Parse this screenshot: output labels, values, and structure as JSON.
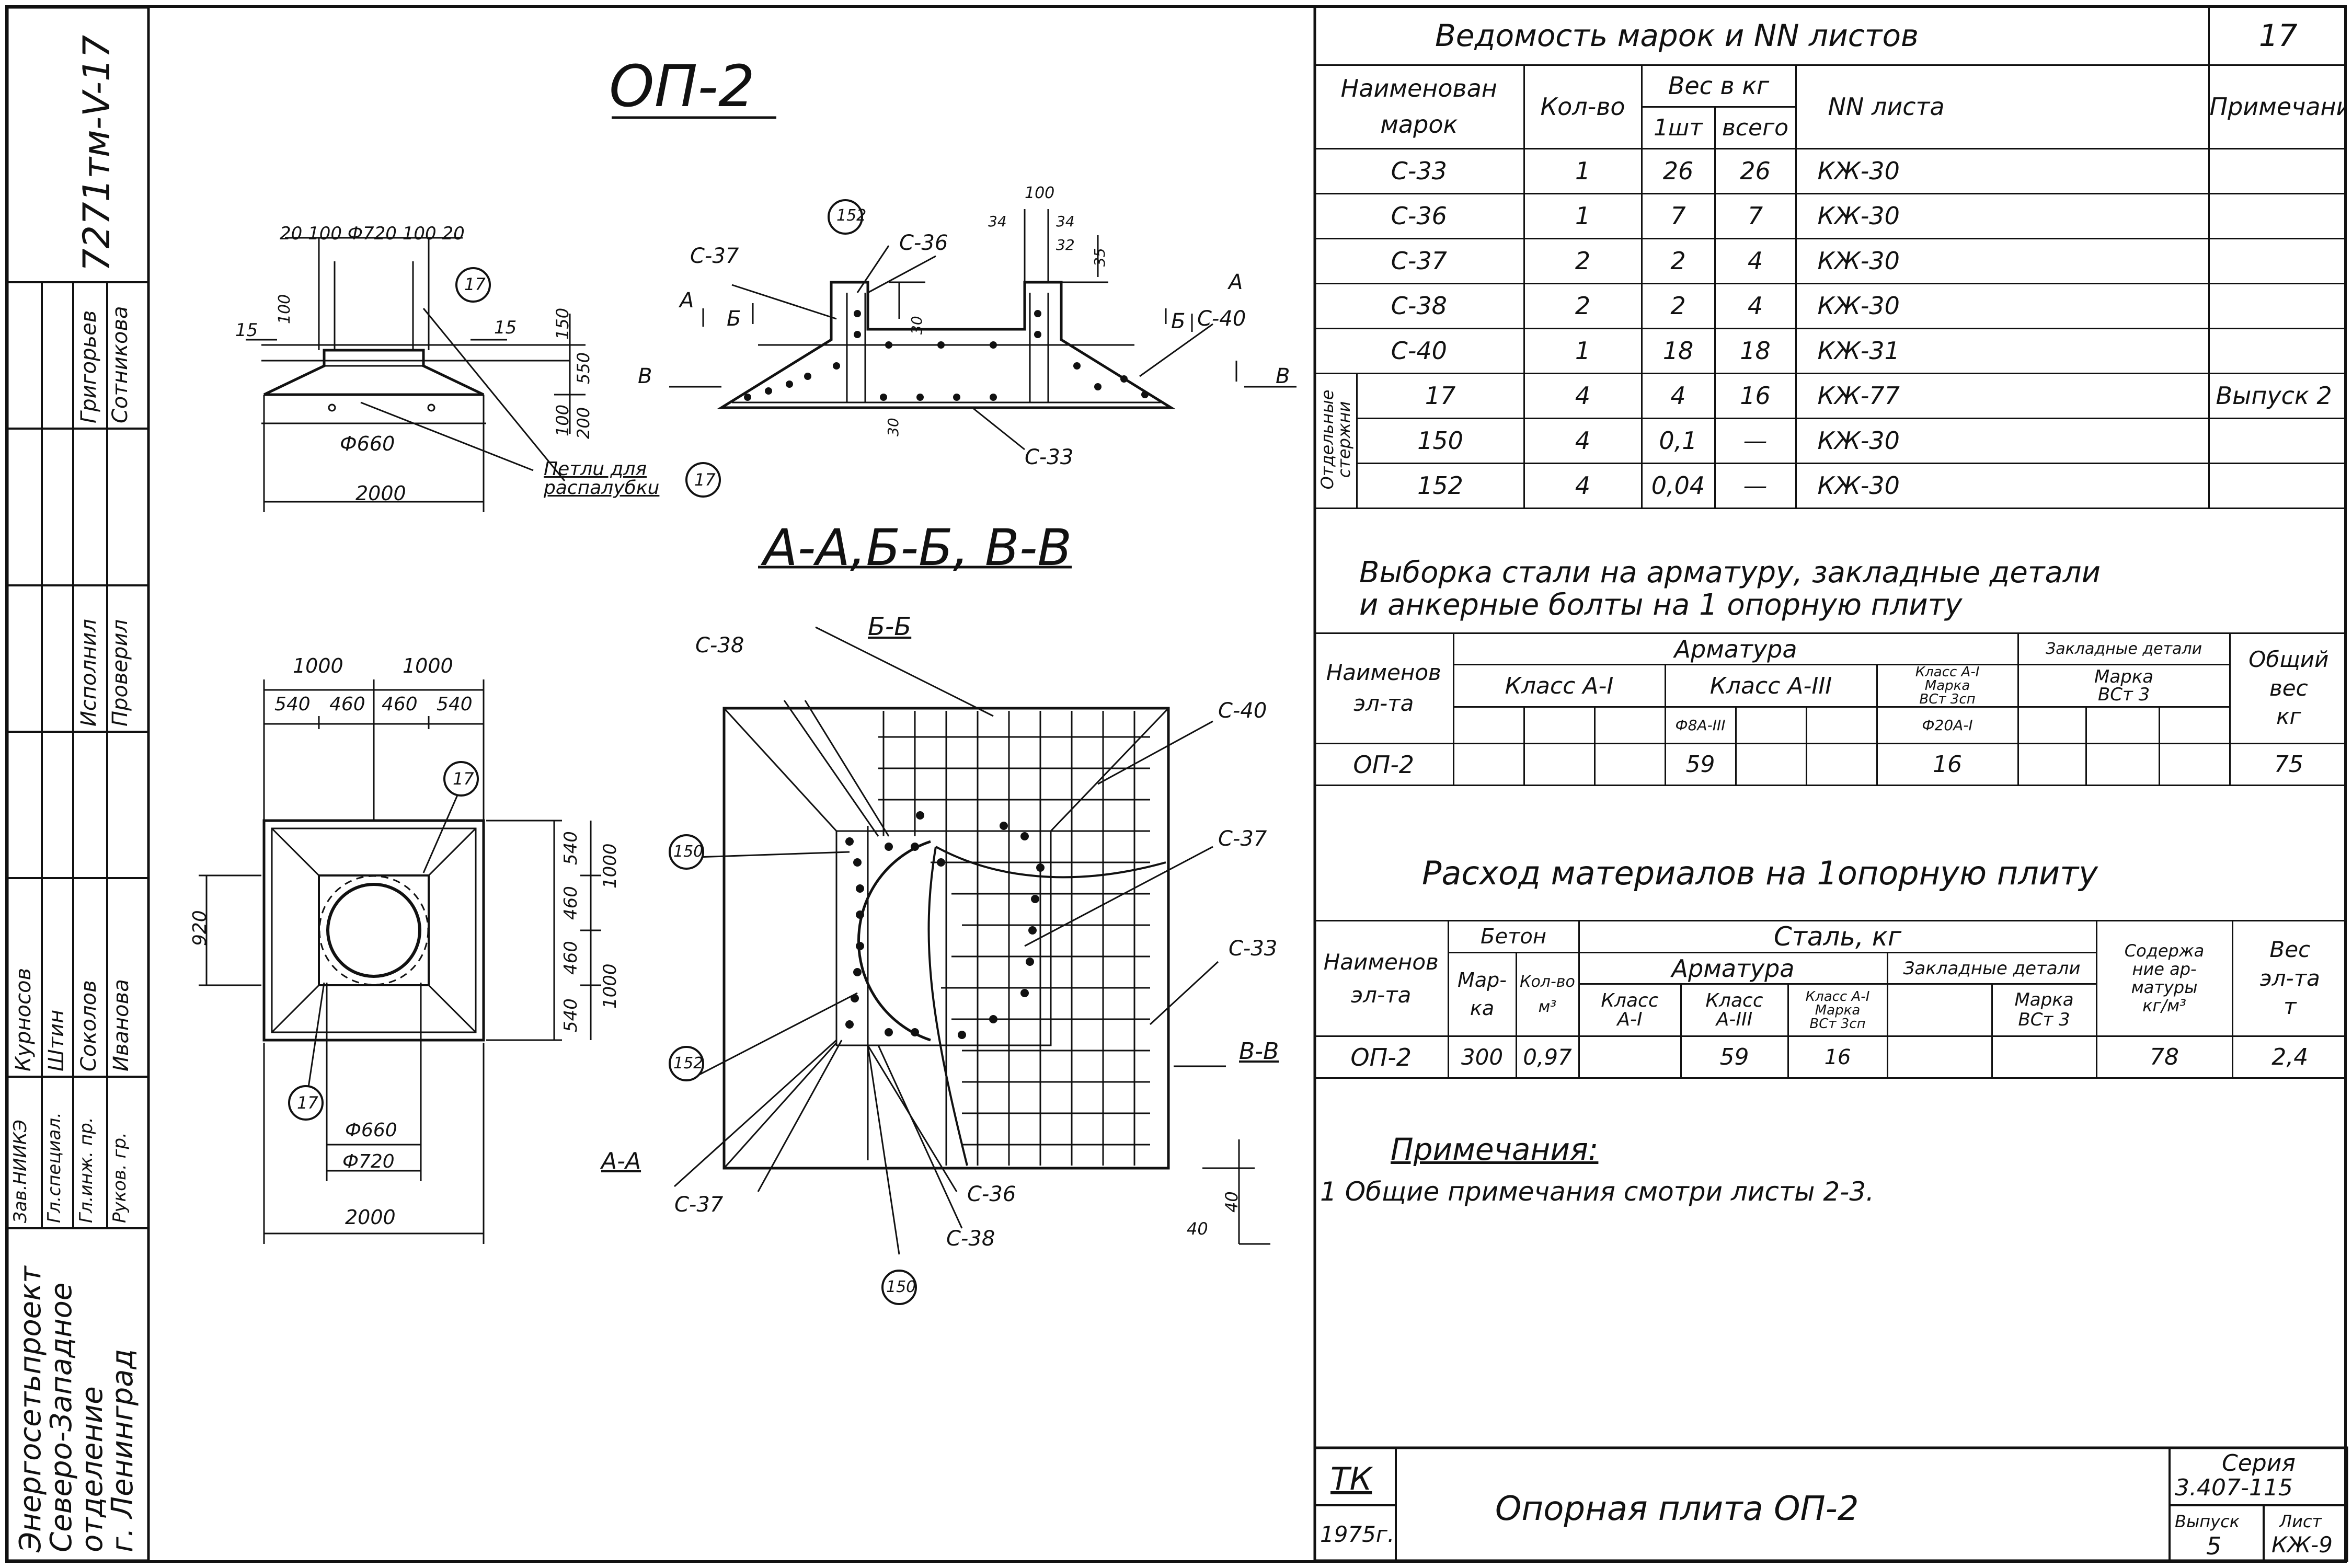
{
  "drawing": {
    "title_op2": "ОП-2",
    "title_sections": "А-А,Б-Б, В-В",
    "section_bb": "Б-Б",
    "labels": {
      "c33": "С-33",
      "c36": "С-36",
      "c37": "С-37",
      "c38": "С-38",
      "c40": "С-40",
      "cut_a": "А",
      "cut_b": "Б",
      "cut_v": "В",
      "aa": "А-А",
      "vv": "В-В",
      "pos17": "17",
      "pos150": "150",
      "pos152": "152",
      "loops": "Петлu для\nраспалубкu"
    },
    "dims": {
      "top_row": "20 100 Ф720 100 20",
      "d15a": "15",
      "d15b": "15",
      "d100": "100",
      "d150": "150",
      "d550": "550",
      "d100b": "100",
      "d200": "200",
      "d660": "Ф660",
      "d2000": "2000",
      "s100": "100",
      "s34a": "34",
      "s34b": "34",
      "s32": "32",
      "s35": "35",
      "s30a": "30",
      "s30b": "30",
      "p1000a": "1000",
      "p1000b": "1000",
      "p540a": "540",
      "p460a": "460",
      "p460b": "460",
      "p540b": "540",
      "p920": "920",
      "pv540a": "540",
      "pv460a": "460",
      "pv460b": "460",
      "pv540b": "540",
      "pv1000a": "1000",
      "pv1000b": "1000",
      "pd660": "Ф660",
      "pd720": "Ф720",
      "p2000": "2000",
      "d40a": "40",
      "d40b": "40"
    }
  },
  "sidebar": {
    "org": "Энергосетьпроект\nСеверо-Западное\nотделение\nг. Ленинград",
    "sheet_code": "7271тм-V-17",
    "roles": [
      "Исполнил",
      "Проверил",
      "",
      "",
      "",
      "",
      "Зав.НИИКЭ",
      "Гл.специал.",
      "Гл.инж. пр.",
      "Руков. гр."
    ],
    "names": [
      "Григорьев",
      "Сотникова",
      "Курносов",
      "Штин",
      "Соколов",
      "Иванова"
    ]
  },
  "marks_table": {
    "title": "Ведомость марок и NN листов",
    "page": "17",
    "headers": {
      "name": "Наименован\nмарок",
      "qty": "Кол-во",
      "weight": "Вес в кг",
      "one": "1шт",
      "all": "всего",
      "sheet": "NN листа",
      "note": "Примечание"
    },
    "group_label": "Отдельные стержни",
    "rows": [
      {
        "name": "С-33",
        "qty": "1",
        "one": "26",
        "all": "26",
        "sheet": "КЖ-30",
        "note": ""
      },
      {
        "name": "С-36",
        "qty": "1",
        "one": "7",
        "all": "7",
        "sheet": "КЖ-30",
        "note": ""
      },
      {
        "name": "С-37",
        "qty": "2",
        "one": "2",
        "all": "4",
        "sheet": "КЖ-30",
        "note": ""
      },
      {
        "name": "С-38",
        "qty": "2",
        "one": "2",
        "all": "4",
        "sheet": "КЖ-30",
        "note": ""
      },
      {
        "name": "С-40",
        "qty": "1",
        "one": "18",
        "all": "18",
        "sheet": "КЖ-31",
        "note": ""
      },
      {
        "name": "17",
        "qty": "4",
        "one": "4",
        "all": "16",
        "sheet": "КЖ-77",
        "note": "Выпуск 2"
      },
      {
        "name": "150",
        "qty": "4",
        "one": "0,1",
        "all": "—",
        "sheet": "КЖ-30",
        "note": ""
      },
      {
        "name": "152",
        "qty": "4",
        "one": "0,04",
        "all": "—",
        "sheet": "КЖ-30",
        "note": ""
      }
    ]
  },
  "steel_table": {
    "title": "Выборка стали на арматуру, закладные детали\nи анкерные болты на 1 опорную плиту",
    "headers": {
      "name": "Наименов\nэл-та",
      "rebar": "Арматура",
      "classA1": "Класс А-I",
      "classA3": "Класс А-III",
      "classA1b": "Класс А-I\nМарка\nВСт 3сп",
      "embedded": "Закладные\nдетали",
      "mark": "Марка\nВСт 3",
      "total": "Общий\nвес\nкг"
    },
    "sub": {
      "phi8": "Ф8А-III",
      "phi20": "Ф20А-I"
    },
    "row": {
      "name": "ОП-2",
      "a3": "59",
      "a1b": "16",
      "total": "75"
    }
  },
  "materials_table": {
    "title": "Расход материалов на 1опорную плиту",
    "headers": {
      "name": "Наименов\nэл-та",
      "concrete": "Бетон",
      "mark": "Мар-\nка",
      "vol": "Кол-во\nм³",
      "steel": "Сталь, кг",
      "rebar": "Арматура",
      "cA1": "Класс\nА-I",
      "cA3": "Класс\nА-III",
      "cA1b": "Класс А-I\nМарка\nВСт 3сп",
      "embedded": "Закладные\nдетали",
      "emark": "Марка\nВСт 3",
      "content": "Содержа\nние ар-\nматуры\nкг/м³",
      "weight": "Вес\nэл-та\nт"
    },
    "row": {
      "name": "ОП-2",
      "mark": "300",
      "vol": "0,97",
      "a3": "59",
      "a1b": "16",
      "content": "78",
      "weight": "2,4"
    }
  },
  "notes": {
    "title": "Примечания:",
    "items": [
      "1 Общие примечания смотри листы 2-3."
    ]
  },
  "stamp": {
    "org": "ТК",
    "year": "1975г.",
    "title": "Опорная плита ОП-2",
    "series_label": "Серия",
    "series": "3.407-115",
    "issue_label": "Выпуск",
    "issue": "5",
    "sheet_label": "Лист",
    "sheet": "КЖ-9"
  }
}
